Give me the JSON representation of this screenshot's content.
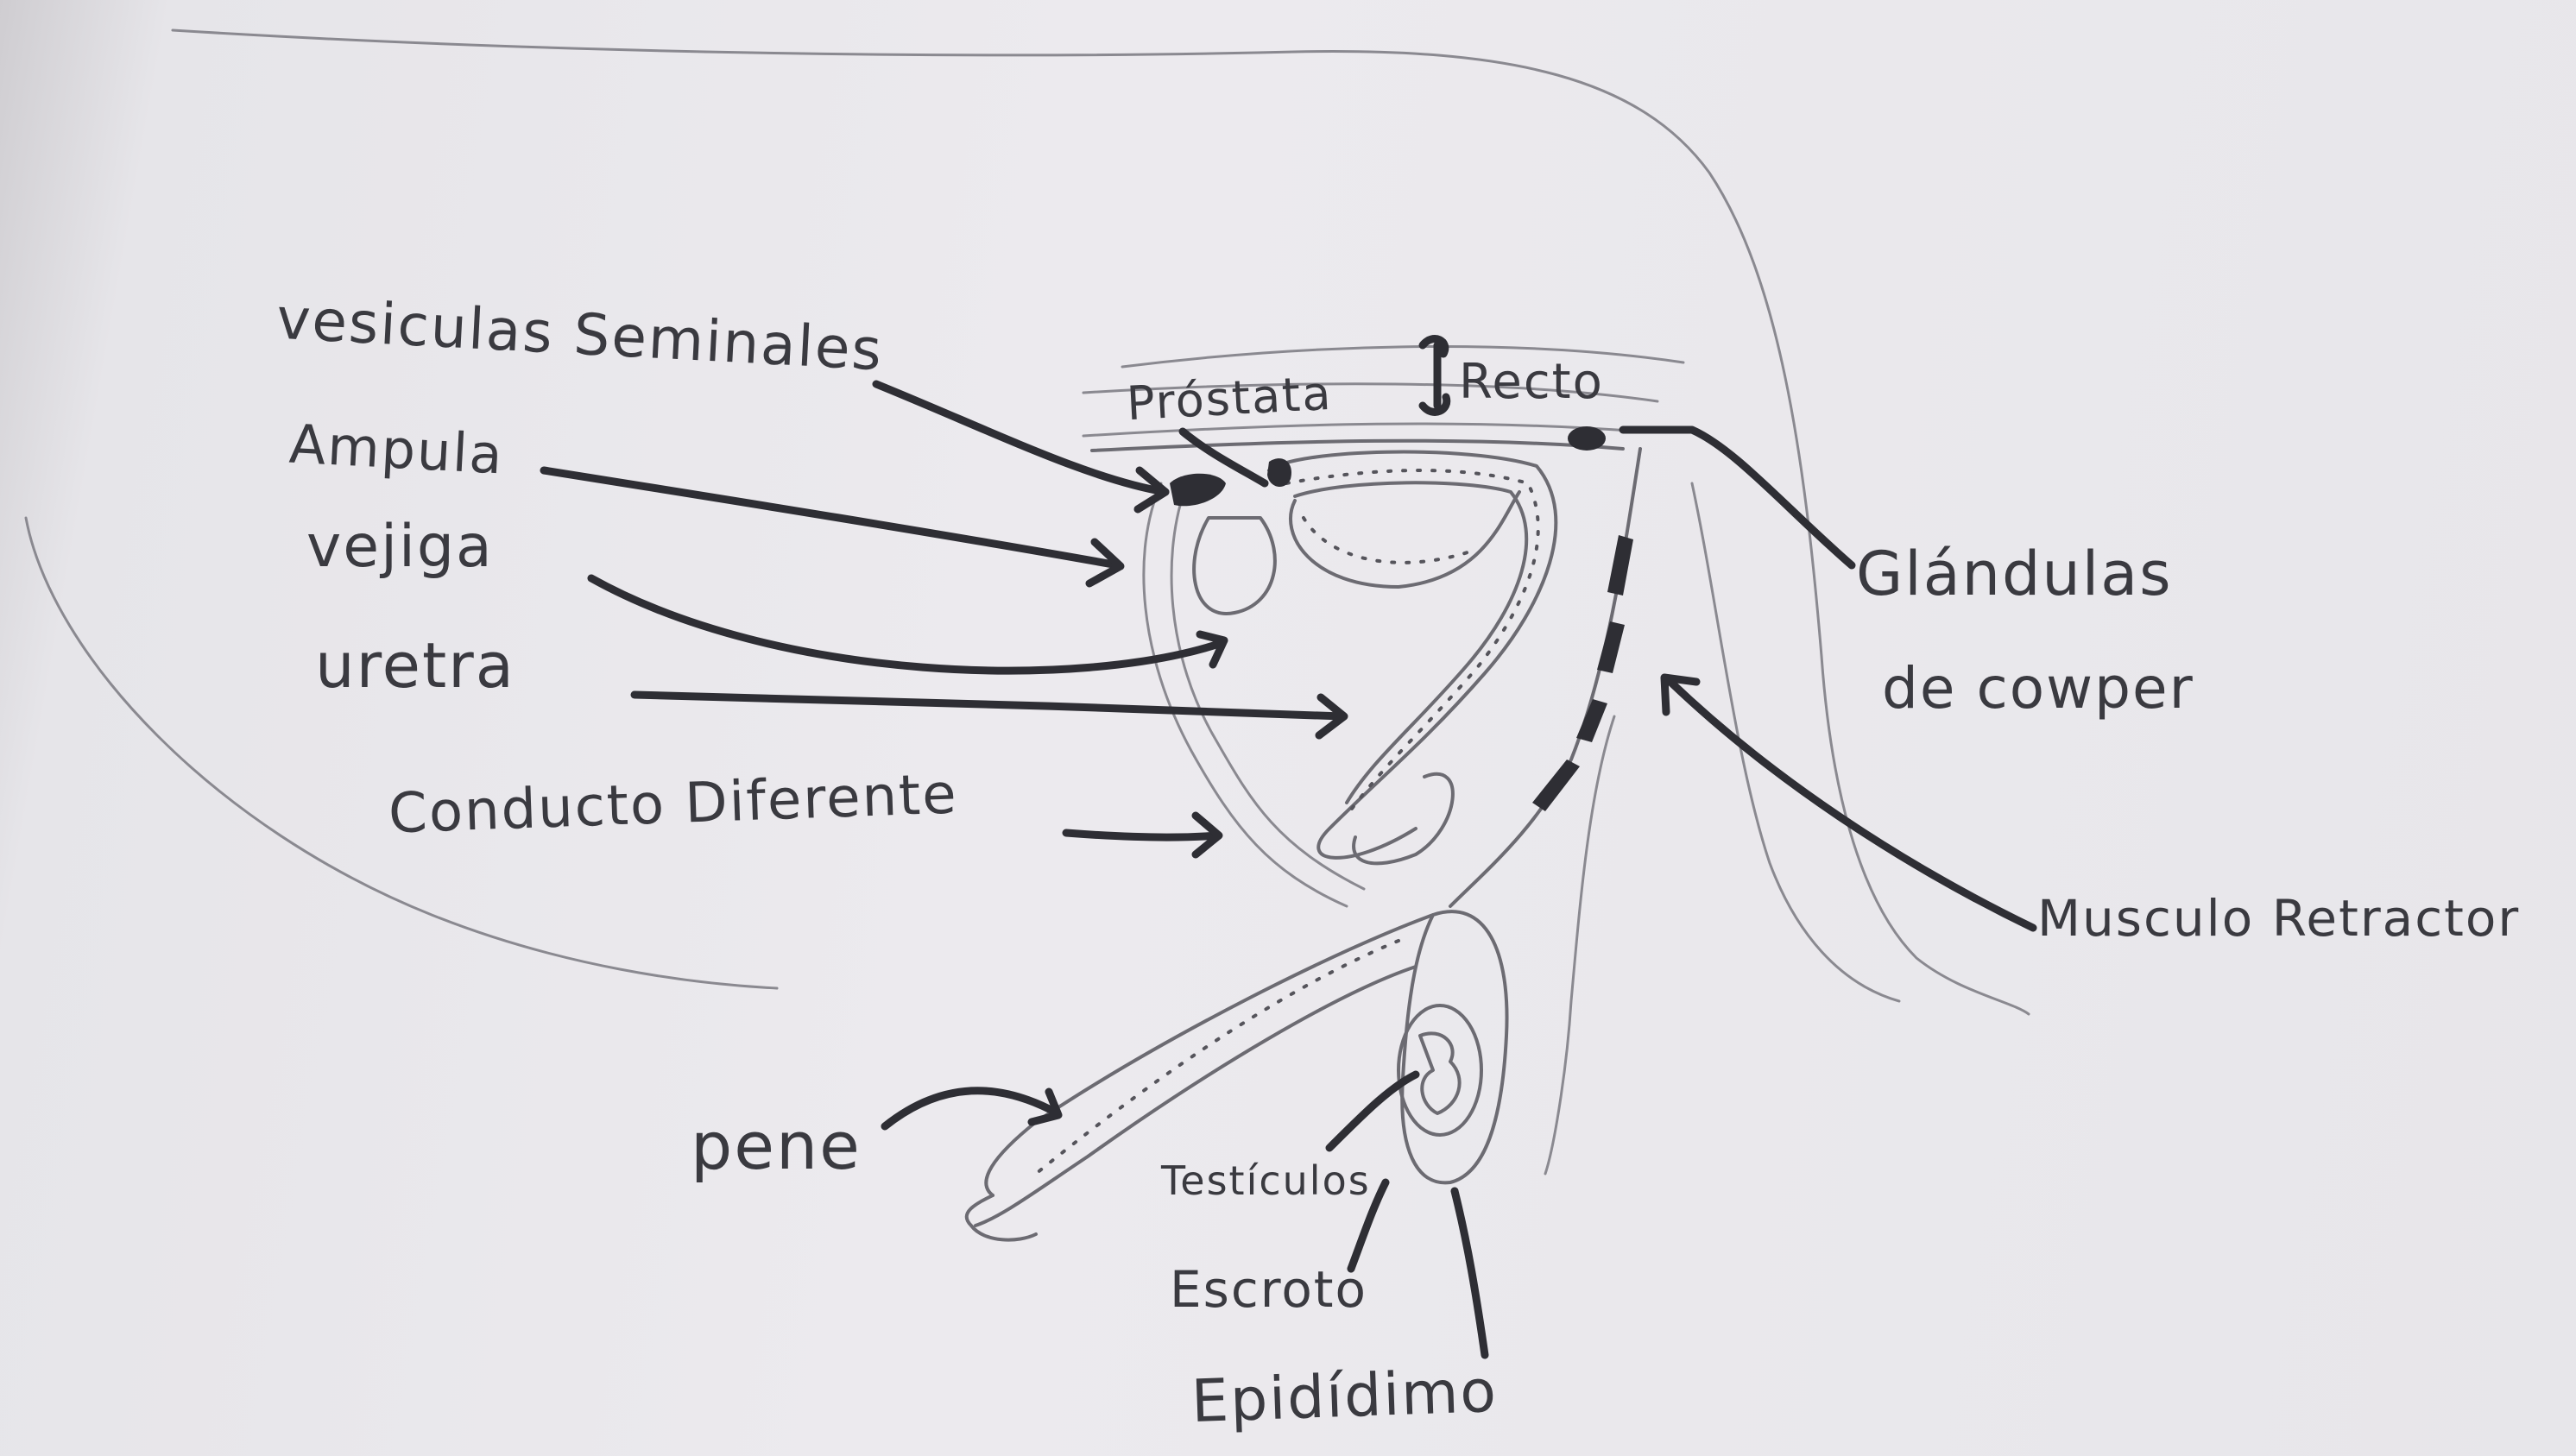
{
  "labels": {
    "vesiculas": "vesiculas Seminales",
    "ampula": "Ampula",
    "vejiga": "vejiga",
    "uretra": "uretra",
    "conducto": "Conducto Diferente",
    "prostata": "Próstata",
    "recto": "Recto",
    "glandulas_line1": "Glándulas",
    "glandulas_line2": "de cowper",
    "musculo": "Musculo Retractor",
    "pene": "pene",
    "testiculos": "Testículos",
    "escroto": "Escroto",
    "epididimo": "Epidídimo"
  },
  "colors": {
    "paper": "#e9e8ec",
    "ink": "#2e2e34",
    "pencil": "#8a8990"
  }
}
